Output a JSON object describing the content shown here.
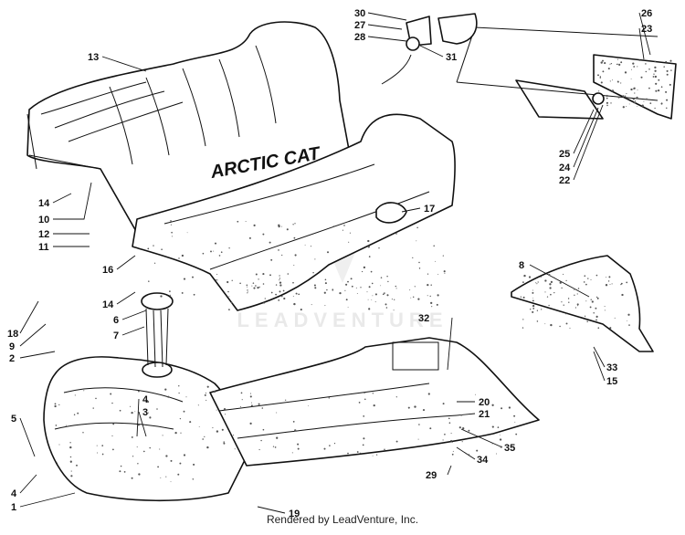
{
  "brand_label": "ARCTIC CAT",
  "watermark": "LEADVENTURE",
  "footer": "Rendered by LeadVenture, Inc.",
  "callouts": [
    "13",
    "14",
    "10",
    "12",
    "11",
    "16",
    "14",
    "6",
    "7",
    "18",
    "9",
    "2",
    "5",
    "4",
    "3",
    "4",
    "1",
    "19",
    "17",
    "30",
    "27",
    "28",
    "31",
    "26",
    "23",
    "25",
    "24",
    "22",
    "8",
    "32",
    "33",
    "15",
    "20",
    "21",
    "35",
    "34",
    "29"
  ]
}
